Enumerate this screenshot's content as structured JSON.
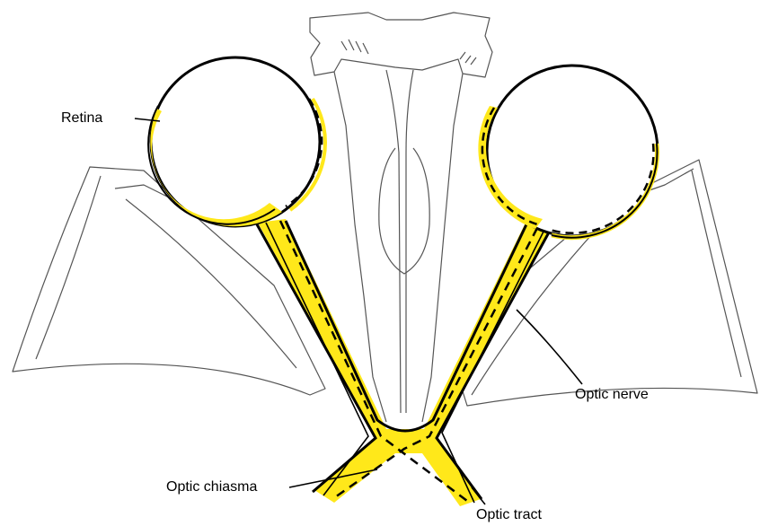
{
  "labels": {
    "retina": "Retina",
    "optic_nerve": "Optic nerve",
    "optic_chiasma": "Optic chiasma",
    "optic_tract": "Optic tract"
  },
  "colors": {
    "nerve_fill": "#FFE81A",
    "outline": "#000000",
    "bone": "#444444",
    "background": "#FFFFFF"
  }
}
